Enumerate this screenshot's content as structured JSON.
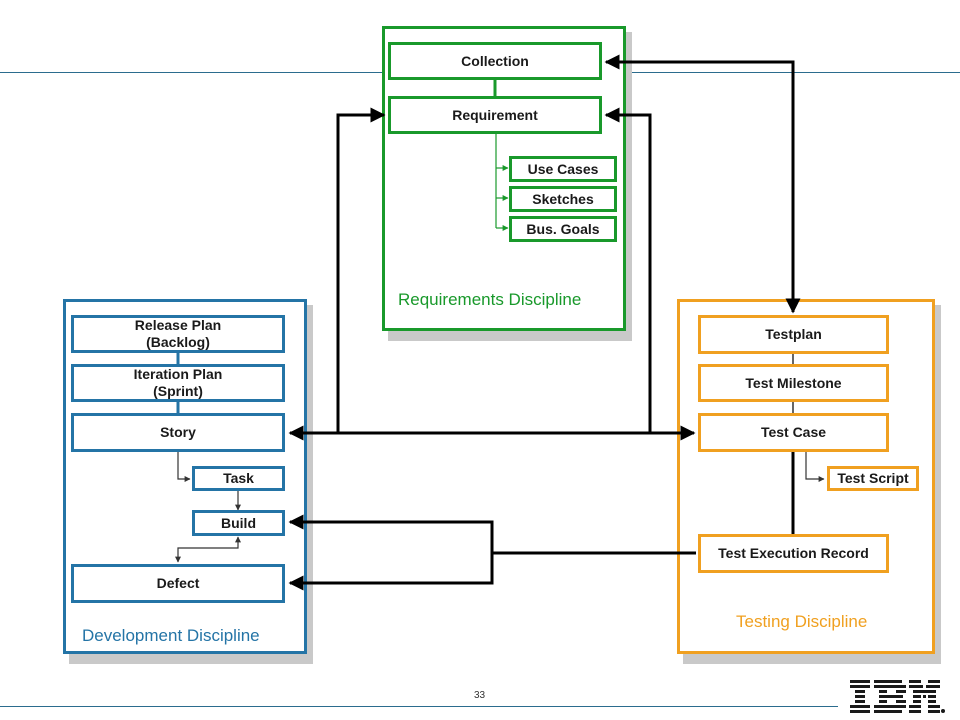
{
  "colors": {
    "requirements": "#19992b",
    "development": "#2474a6",
    "testing": "#f0a020",
    "connector": "#000000"
  },
  "requirements": {
    "title": "Requirements Discipline",
    "collection": "Collection",
    "requirement": "Requirement",
    "use_cases": "Use Cases",
    "sketches": "Sketches",
    "bus_goals": "Bus. Goals"
  },
  "development": {
    "title": "Development Discipline",
    "release_plan": "Release Plan\n(Backlog)",
    "iteration_plan": "Iteration Plan\n(Sprint)",
    "story": "Story",
    "task": "Task",
    "build": "Build",
    "defect": "Defect"
  },
  "testing": {
    "title": "Testing Discipline",
    "testplan": "Testplan",
    "test_milestone": "Test Milestone",
    "test_case": "Test Case",
    "test_script": "Test Script",
    "test_execution_record": "Test Execution Record"
  },
  "footer": {
    "page_number": "33",
    "logo": "IBM"
  }
}
